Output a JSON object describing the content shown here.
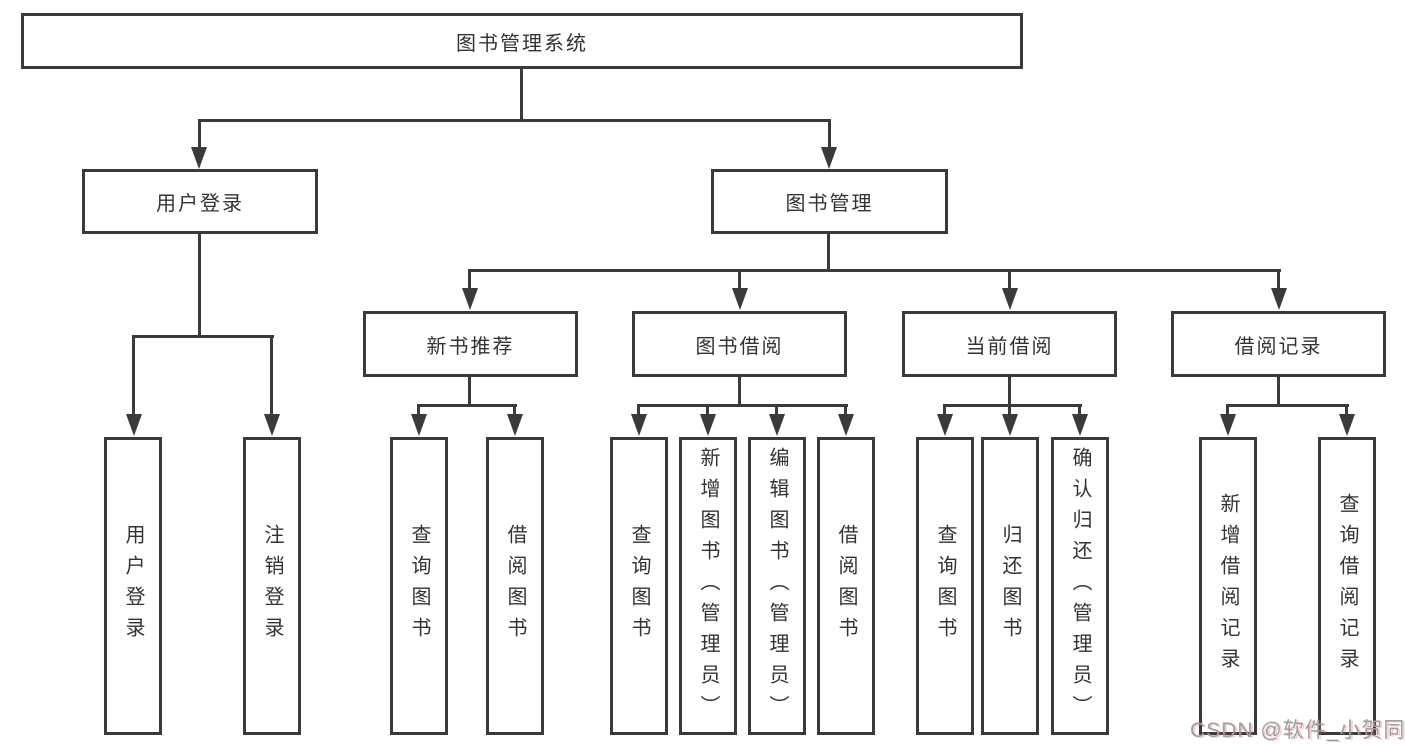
{
  "tree": {
    "root": {
      "label": "图书管理系统"
    },
    "branches": [
      {
        "label": "用户登录",
        "children": [
          {
            "label": "用户登录"
          },
          {
            "label": "注销登录"
          }
        ]
      },
      {
        "label": "图书管理",
        "groups": [
          {
            "label": "新书推荐",
            "children": [
              {
                "label": "查询图书"
              },
              {
                "label": "借阅图书"
              }
            ]
          },
          {
            "label": "图书借阅",
            "children": [
              {
                "label": "查询图书"
              },
              {
                "label": "新增图书（管理员）"
              },
              {
                "label": "编辑图书（管理员）"
              },
              {
                "label": "借阅图书"
              }
            ]
          },
          {
            "label": "当前借阅",
            "children": [
              {
                "label": "查询图书"
              },
              {
                "label": "归还图书"
              },
              {
                "label": "确认归还（管理员）"
              }
            ]
          },
          {
            "label": "借阅记录",
            "children": [
              {
                "label": "新增借阅记录"
              },
              {
                "label": "查询借阅记录"
              }
            ]
          }
        ]
      }
    ]
  },
  "watermark": {
    "text": "CSDN @软件_小贺同学"
  },
  "colors": {
    "line": "#3a3a3a",
    "text": "#333333",
    "watermark": "#9e9e9e",
    "background": "#ffffff"
  }
}
